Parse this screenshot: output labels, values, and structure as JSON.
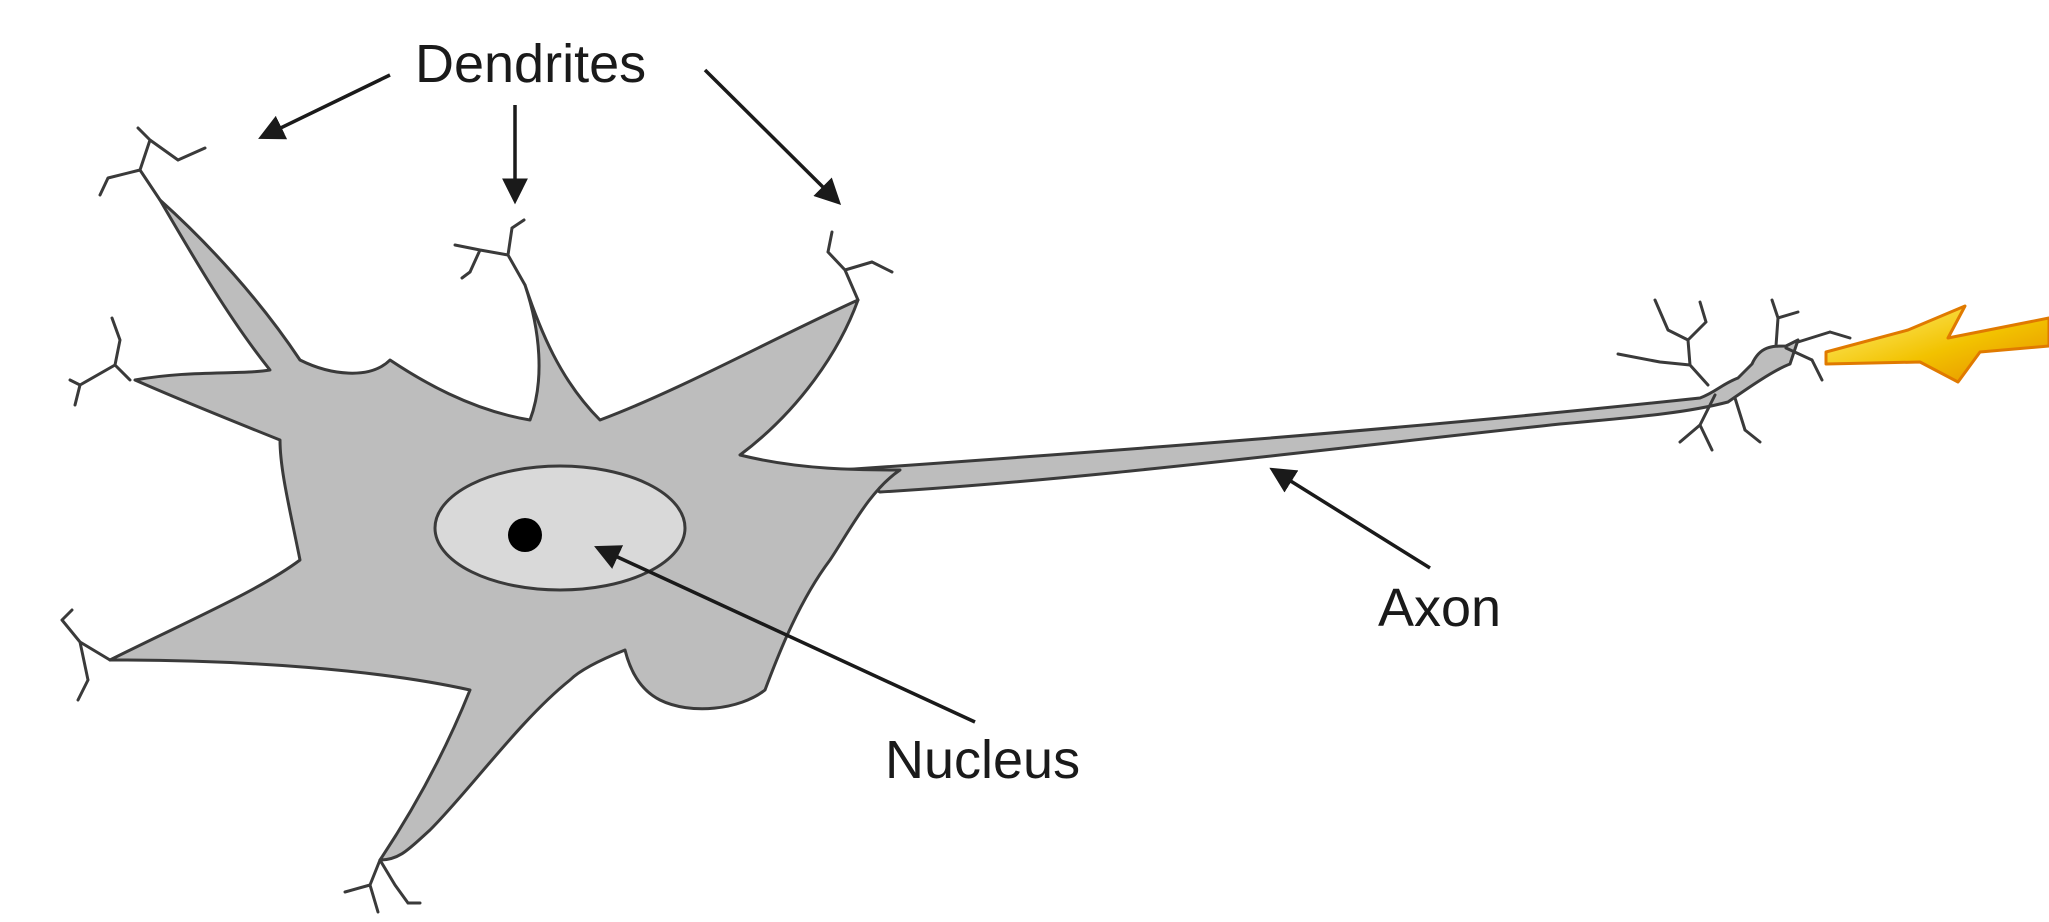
{
  "labels": {
    "dendrites": "Dendrites",
    "nucleus": "Nucleus",
    "axon": "Axon"
  },
  "colors": {
    "cell_body": "#bdbdbd",
    "nucleus": "#d9d9d9",
    "nucleolus": "#000000",
    "outline": "#3a3a3a",
    "spark": "#f2c200",
    "spark_edge": "#e07a00"
  },
  "icons": {
    "signal": "lightning-bolt-icon"
  }
}
